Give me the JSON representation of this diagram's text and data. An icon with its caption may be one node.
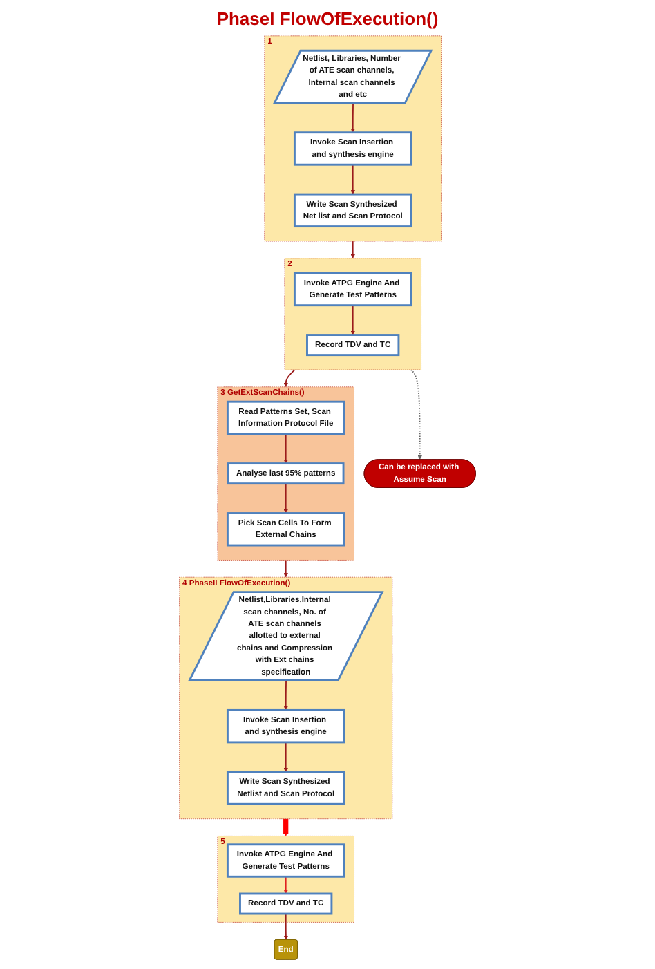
{
  "diagram": {
    "nodes": [
      {
        "text": [
          "1"
        ]
      },
      {
        "text": [
          "Netlist, Libraries, Number of ATE scan channels, Internal scan channels and etc"
        ],
        "in": 0
      },
      {
        "text": [
          "Invoke Scan Insertion and synthesis engine"
        ],
        "in": 0
      },
      {
        "text": [
          "Write Scan Synthesized Net list and Scan Protocol"
        ],
        "in": 0
      },
      {
        "text": [
          "2"
        ]
      },
      {
        "text": [
          "Invoke ATPG Engine And Generate Test Patterns"
        ],
        "in": 4
      },
      {
        "text": [
          "Record TDV and TC"
        ],
        "in": 4
      },
      {
        "text": [
          "3",
          "GetExtScanChains()"
        ]
      },
      {
        "text": [
          "Read Patterns Set, Scan Information Protocol File"
        ],
        "in": 7
      },
      {
        "text": [
          "Analyse last 95% patterns"
        ],
        "in": 7
      },
      {
        "text": [
          "Pick Scan Cells To Form External Chains"
        ],
        "in": 7
      },
      {
        "text": [
          "4",
          "PhaseII FlowOfExecution()"
        ]
      },
      {
        "text": [
          "Netlist,Libraries,Internal scan channels, No. of ATE scan channels allotted to external chains and Compression with Ext chains specification"
        ],
        "in": 11
      },
      {
        "text": [
          "Invoke Scan Insertion and synthesis engine"
        ],
        "in": 11
      },
      {
        "text": [
          "Write Scan Synthesized Netlist and Scan Protocol"
        ],
        "in": 11
      },
      {
        "text": [
          "5"
        ]
      },
      {
        "text": [
          "Invoke ATPG Engine And Generate Test Patterns"
        ],
        "in": 15
      },
      {
        "text": [
          "Record TDV and TC"
        ],
        "in": 15
      },
      {
        "text": [
          "End"
        ]
      },
      {
        "text": [
          "Can be replaced with Assume Scan"
        ]
      }
    ],
    "edges": [
      {
        "from": 1,
        "to": 2,
        "arrow": "to"
      },
      {
        "from": 2,
        "to": 3,
        "arrow": "to"
      },
      {
        "from": 0,
        "to": 4,
        "arrow": "to"
      },
      {
        "from": 5,
        "to": 6,
        "arrow": "to"
      },
      {
        "from": 4,
        "to": 7,
        "arrow": "to"
      },
      {
        "from": 8,
        "to": 9,
        "arrow": "to"
      },
      {
        "from": 9,
        "to": 10,
        "arrow": "to"
      },
      {
        "from": 7,
        "to": 11,
        "arrow": "to"
      },
      {
        "from": 12,
        "to": 13,
        "arrow": "to"
      },
      {
        "from": 13,
        "to": 14,
        "arrow": "to"
      },
      {
        "from": 11,
        "to": 15,
        "arrow": "to",
        "style": "thick",
        "color": "#ff0000"
      },
      {
        "from": 16,
        "to": 17,
        "arrow": "to",
        "color": "#e02020"
      },
      {
        "from": 17,
        "to": 18,
        "arrow": "to"
      },
      {
        "from": 4,
        "to": 19,
        "arrow": "to",
        "style": "dashed",
        "color": "#666666"
      }
    ],
    "labels": [
      "PhaseI FlowOfExecution()"
    ]
  }
}
